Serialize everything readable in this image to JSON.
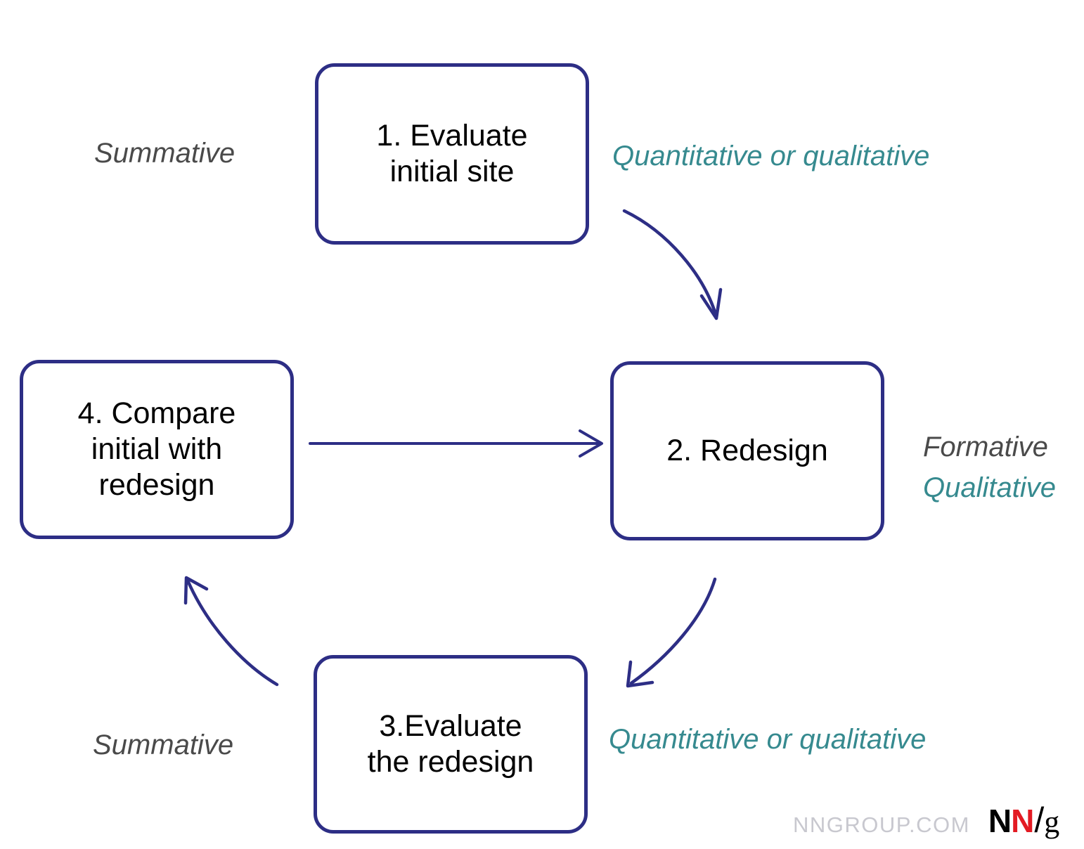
{
  "diagram": {
    "title": "Iterative design and evaluation cycle",
    "colors": {
      "box_border": "#2d2e85",
      "arrow": "#2d2e85",
      "gray_label": "#4a4a4a",
      "teal_label": "#368a8f",
      "logo_red": "#e31b23",
      "logo_gray": "#c8c8cf",
      "background": "#ffffff"
    },
    "nodes": [
      {
        "id": "step-1",
        "label": "1. Evaluate\ninitial site"
      },
      {
        "id": "step-2",
        "label": "2. Redesign"
      },
      {
        "id": "step-3",
        "label": "3.Evaluate\nthe redesign"
      },
      {
        "id": "step-4",
        "label": "4. Compare\ninitial with\nredesign"
      }
    ],
    "annotations": {
      "summative_top": "Summative",
      "quantitative_top": "Quantitative or qualitative",
      "formative": "Formative",
      "qualitative": "Qualitative",
      "summative_bottom": "Summative",
      "quantitative_bottom": "Quantitative or qualitative"
    },
    "edges": [
      {
        "from": "step-1",
        "to": "step-2",
        "style": "curved",
        "label": "Quantitative or qualitative"
      },
      {
        "from": "step-2",
        "to": "step-3",
        "style": "curved",
        "label": "Quantitative or qualitative"
      },
      {
        "from": "step-3",
        "to": "step-4",
        "style": "curved",
        "label": "Summative"
      },
      {
        "from": "step-4",
        "to": "step-2",
        "style": "straight",
        "label": ""
      }
    ]
  },
  "footer": {
    "site_url": "NNGROUP.COM",
    "logo": {
      "n1": "N",
      "n2": "N",
      "slash": "/",
      "g": "g"
    }
  }
}
